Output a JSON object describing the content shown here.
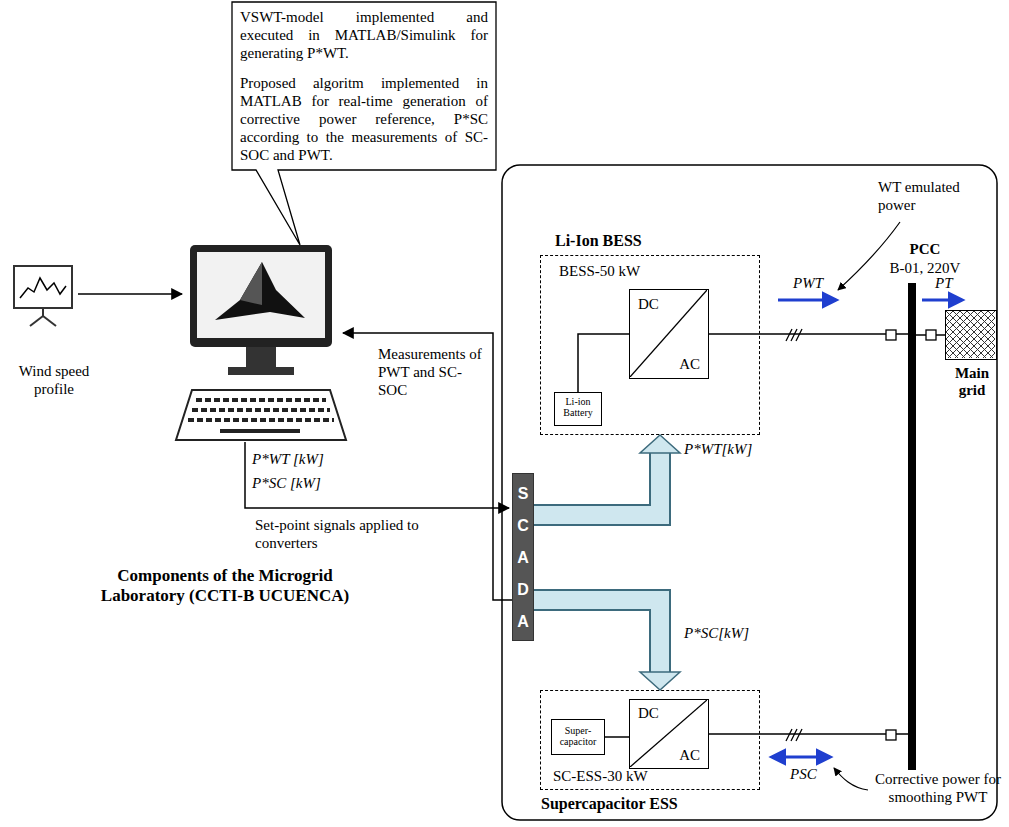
{
  "diagram": {
    "nodes": [
      {
        "text": [
          "VSWT-model implemented and executed in MATLAB/Simulink for generating P*WT.",
          "Proposed algoritm implemented in MATLAB for real-time generation of corrective power reference, P*SC according to the measurements of SC-SOC and PWT."
        ]
      },
      {
        "text": [
          "Wind speed profile"
        ]
      },
      {
        "text": [
          "Li-Ion BESS",
          "BESS-50 kW"
        ]
      },
      {
        "text": [
          "DC",
          "AC"
        ],
        "in": 2
      },
      {
        "text": [
          "Li-ion Battery"
        ],
        "in": 2
      },
      {
        "text": [
          "SCADA"
        ]
      },
      {
        "text": [
          "SC-ESS-30 kW",
          "Supercapacitor ESS"
        ]
      },
      {
        "text": [
          "DC",
          "AC"
        ],
        "in": 6
      },
      {
        "text": [
          "Super- capacitor"
        ],
        "in": 6
      },
      {
        "text": [
          "PCC",
          "B-01, 220V"
        ]
      },
      {
        "text": [
          "Main grid"
        ]
      }
    ],
    "edges": [
      {
        "from": 3,
        "to": 9,
        "arrow": "none"
      },
      {
        "from": 7,
        "to": 9,
        "arrow": "none"
      },
      {
        "from": 9,
        "to": 10,
        "arrow": "none"
      },
      {
        "from": 5,
        "to": 2,
        "arrow": "to",
        "label": "P*WT[kW]"
      },
      {
        "from": 5,
        "to": 6,
        "arrow": "to",
        "label": "P*SC[kW]"
      },
      {
        "from": 4,
        "to": 3,
        "arrow": "none"
      },
      {
        "from": 8,
        "to": 7,
        "arrow": "none"
      }
    ],
    "labels": [
      "WT emulated power",
      "PWT",
      "PT",
      "Measurements of PWT and SC-SOC",
      "P*WT [kW]",
      "P*SC [kW]",
      "Set-point signals applied to converters",
      "Components of the Microgrid Laboratory (CCTI-B UCUENCA)",
      "PSC",
      "Corrective power for smoothing PWT"
    ]
  }
}
